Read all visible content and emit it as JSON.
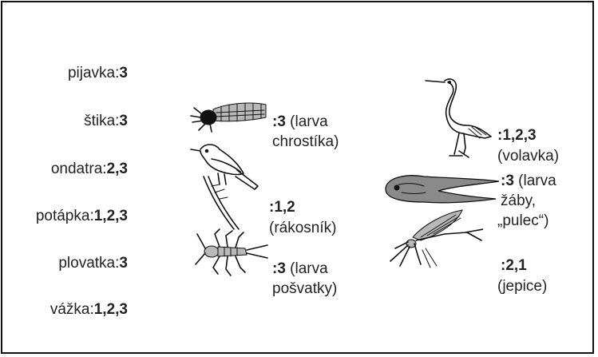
{
  "animals_left": [
    {
      "name": "pijavka",
      "value": "3"
    },
    {
      "name": "štika",
      "value": "3"
    },
    {
      "name": "ondatra",
      "value": "2,3"
    },
    {
      "name": "potápka",
      "value": "1,2,3"
    },
    {
      "name": "plovatka",
      "value": "3"
    },
    {
      "name": "vážka",
      "value": "1,2,3"
    }
  ],
  "pictured": [
    {
      "icon": "caddisfly-larva-icon",
      "value": ":3",
      "line1": " (larva",
      "line2": "chrostíka)"
    },
    {
      "icon": "reed-warbler-icon",
      "value": ":1,2",
      "line1": "",
      "line2": "(rákosník)"
    },
    {
      "icon": "stonefly-larva-icon",
      "value": ":3",
      "line1": " (larva",
      "line2": "pošvatky)"
    },
    {
      "icon": "heron-icon",
      "value": ":1,2,3",
      "line1": "",
      "line2": "(volavka)"
    },
    {
      "icon": "tadpole-icon",
      "value": ":3",
      "line1": " (larva",
      "line2": "žáby,",
      "line3": "„pulec“)"
    },
    {
      "icon": "mayfly-icon",
      "value": ":2,1",
      "line1": "",
      "line2": "(jepice)"
    }
  ]
}
